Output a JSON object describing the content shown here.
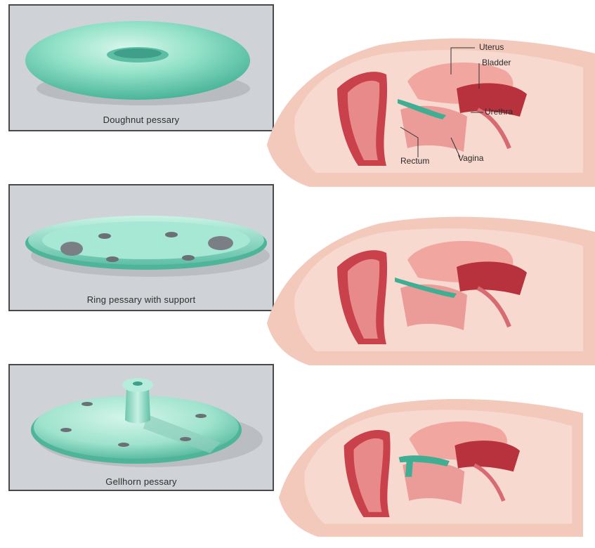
{
  "rows": [
    {
      "caption": "Doughnut pessary"
    },
    {
      "caption": "Ring pessary with support"
    },
    {
      "caption": "Gellhorn pessary"
    }
  ],
  "anatomy_labels": {
    "uterus": "Uterus",
    "bladder": "Bladder",
    "urethra": "Urethra",
    "rectum": "Rectum",
    "vagina": "Vagina"
  },
  "colors": {
    "panel_bg": "#cfd2d6",
    "pessary": "#8fe0c6",
    "pessary_dark": "#3fae93",
    "skin": "#f3c9bc",
    "tissue": "#e98a8a",
    "tissue_dark": "#b8323d"
  }
}
